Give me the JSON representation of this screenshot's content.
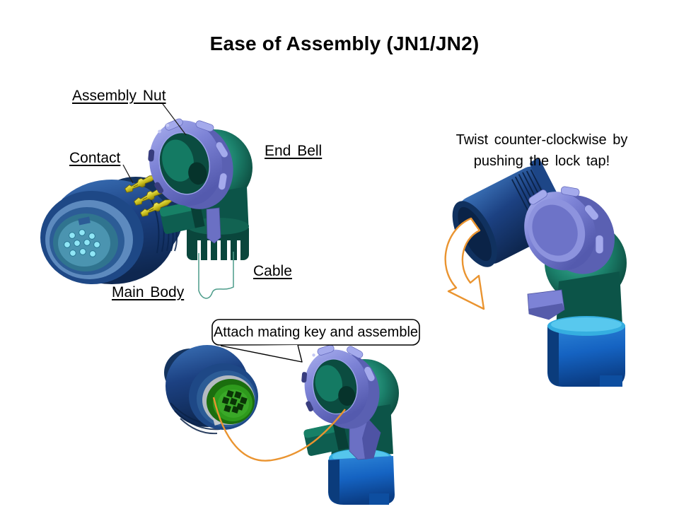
{
  "slide": {
    "title": "Ease of Assembly (JN1/JN2)"
  },
  "part_labels": [
    {
      "id": "assembly-nut",
      "text": "Assembly Nut"
    },
    {
      "id": "contact",
      "text": "Contact"
    },
    {
      "id": "end-bell",
      "text": "End Bell"
    },
    {
      "id": "cable",
      "text": "Cable"
    },
    {
      "id": "main-body",
      "text": "Main Body"
    }
  ],
  "notes": {
    "twist": {
      "line1": "Twist counter-clockwise by",
      "line2": "pushing the lock tap!"
    },
    "callout": "Attach mating key and assemble"
  },
  "icons": {
    "twist_arrow": "counter-clockwise-curved-arrow"
  },
  "colors": {
    "background": "#ffffff",
    "text": "#000000",
    "shell_navy": "#1c4182",
    "end_bell_teal": "#0d574a",
    "assembly_nut_purple": "#7d83d6",
    "insert_green": "#2e9a1c",
    "boot_blue": "#1563c2",
    "contact_gold": "#c8bd1c",
    "arrow_orange": "#ea9430",
    "cable_outline_teal": "#4c9c8a"
  }
}
